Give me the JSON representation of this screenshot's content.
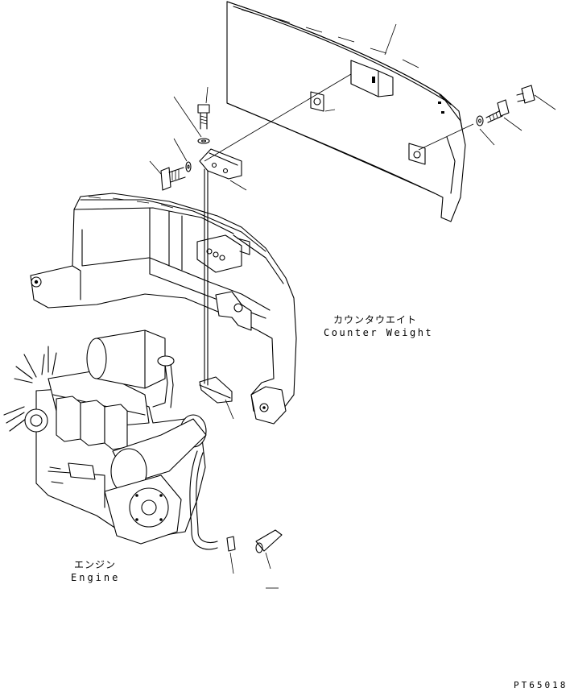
{
  "labels": {
    "counterweight_jp": "カウンタウエイト",
    "counterweight_en": "Counter Weight",
    "engine_jp": "エンジン",
    "engine_en": "Engine",
    "drawing_number": "PT65018"
  },
  "colors": {
    "ink": "#000000",
    "paper": "#ffffff"
  }
}
